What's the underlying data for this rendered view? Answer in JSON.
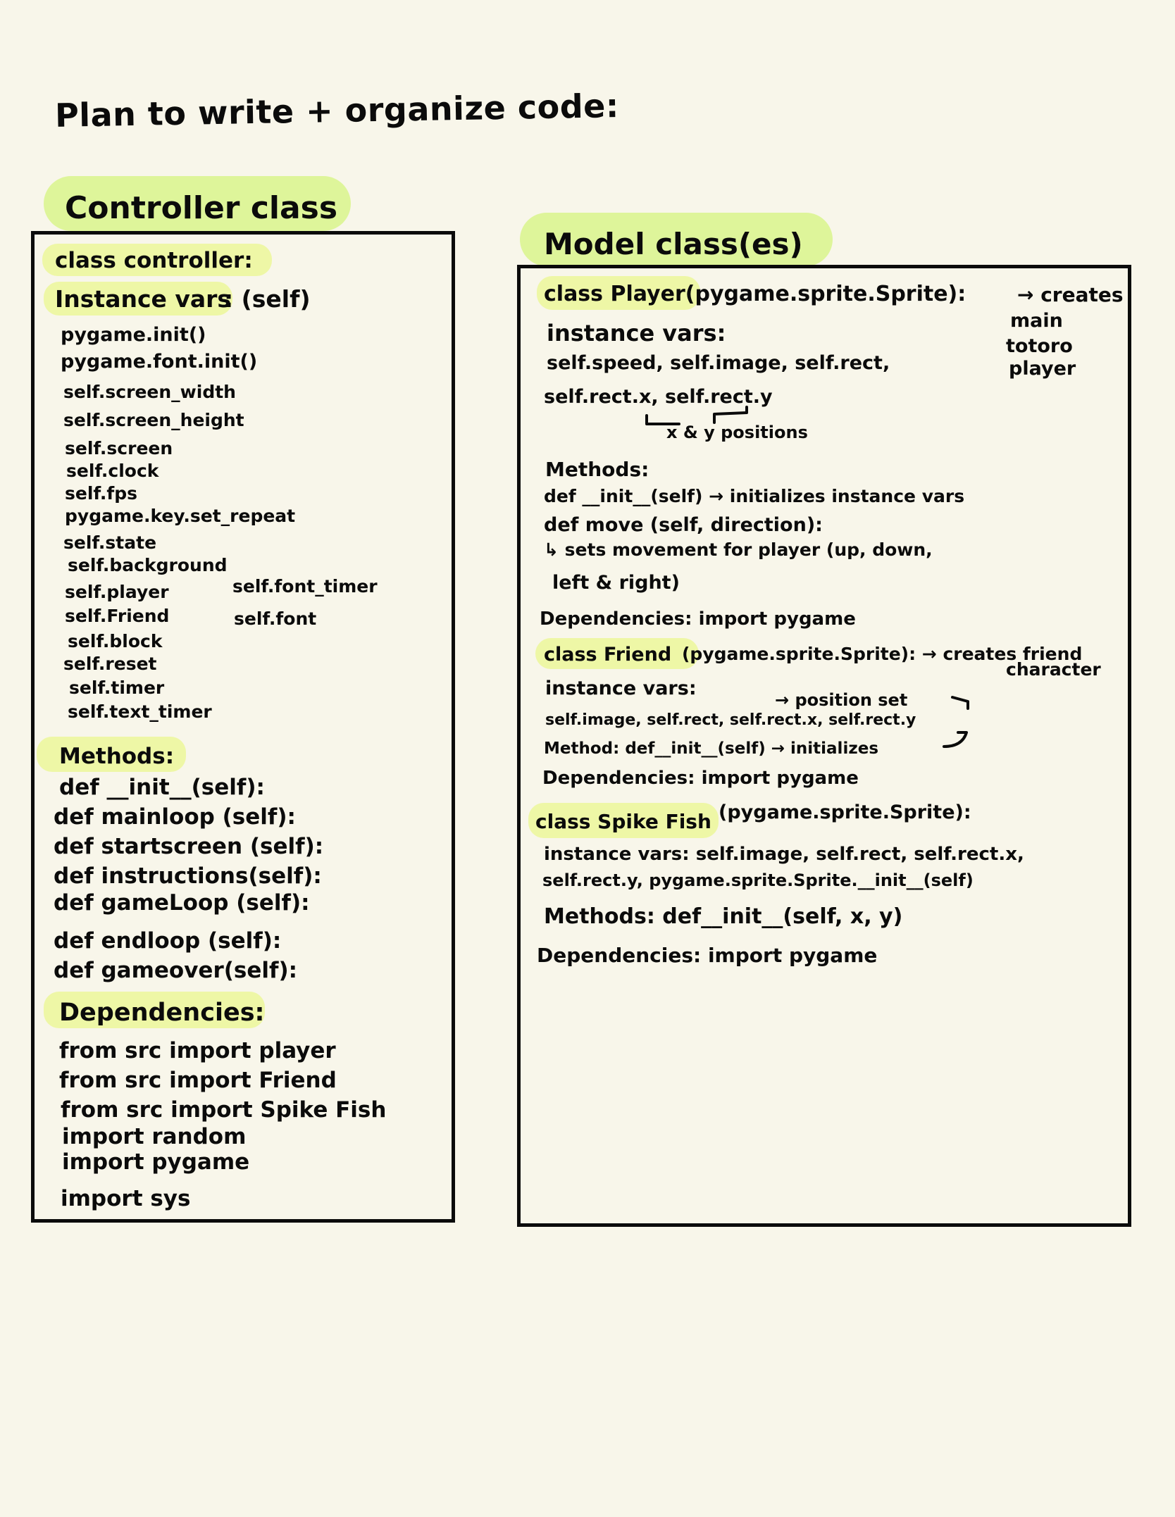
{
  "title": "Plan to write + organize code:",
  "controller": {
    "heading": "Controller class",
    "class_line": "class controller:",
    "instance_label": "Instance vars",
    "instance_suffix": ": (self)",
    "instance_vars_left": [
      "pygame.init()",
      "pygame.font.init()",
      "self.screen_width",
      "self.screen_height",
      "self.screen",
      "self.clock",
      "self.fps",
      "pygame.key.set_repeat",
      "self.state",
      "self.background",
      "self.player",
      "self.Friend",
      "self.block",
      "self.reset",
      "self.timer",
      "self.text_timer"
    ],
    "instance_vars_right": [
      "self.font_timer",
      "self.font"
    ],
    "methods_label": "Methods:",
    "methods": [
      "def __init__(self):",
      "def mainloop (self):",
      "def startscreen (self):",
      "def instructions(self):",
      "def gameLoop (self):",
      "def endloop (self):",
      "def gameover(self):"
    ],
    "deps_label": "Dependencies:",
    "deps": [
      "from src import player",
      "from src import Friend",
      "from src import Spike Fish",
      "import random",
      "import pygame",
      "import sys"
    ]
  },
  "model": {
    "heading": "Model class(es)",
    "player": {
      "class_line": "class Player(pygame.sprite.Sprite):",
      "arrow_note": "→ creates",
      "side_note": [
        "main",
        "totoro",
        "player"
      ],
      "instance_label": "instance vars:",
      "vars_line1": "self.speed, self.image, self.rect,",
      "vars_line2": "self.rect.x, self.rect.y",
      "xy_note": "x & y positions",
      "methods_label": "Methods:",
      "method1": "def __init__(self) → initializes instance vars",
      "method2": "def move (self, direction):",
      "method3": "↳ sets movement for player (up, down,",
      "method4": "left & right)",
      "deps": "Dependencies: import pygame"
    },
    "friend": {
      "class_label": "class Friend",
      "class_rest": "(pygame.sprite.Sprite): → creates friend",
      "side_note": "character",
      "instance_label": "instance vars:",
      "position_note": "→ position set",
      "vars_line": "self.image, self.rect, self.rect.x, self.rect.y",
      "method_line": "Method: def__init__(self) → initializes",
      "deps": "Dependencies: import pygame"
    },
    "spike": {
      "class_label": "class Spike Fish",
      "class_rest": "(pygame.sprite.Sprite):",
      "vars_line1": "instance vars: self.image, self.rect, self.rect.x,",
      "vars_line2": "self.rect.y, pygame.sprite.Sprite.__init__(self)",
      "methods_line": "Methods: def__init__(self, x, y)",
      "deps": "Dependencies: import pygame"
    }
  },
  "colors": {
    "background": "#f8f6ea",
    "pill": "#def59a",
    "highlight": "#eef7a6",
    "ink": "#0b0b0b"
  }
}
